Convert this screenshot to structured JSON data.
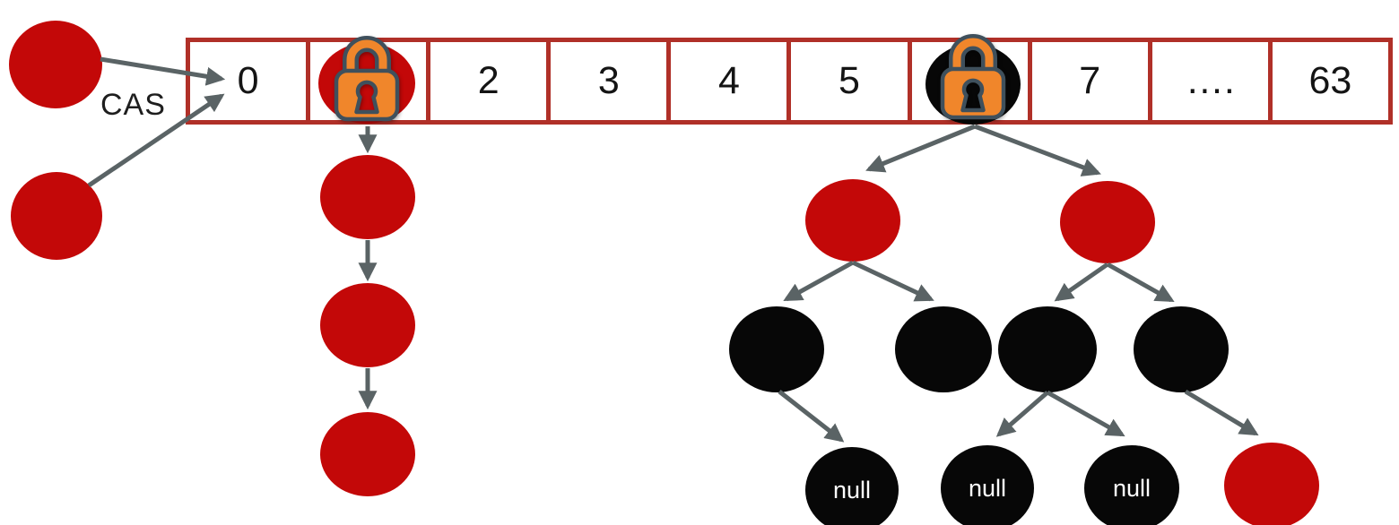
{
  "colors": {
    "node_red": "#C30808",
    "node_black": "#070707",
    "array_border": "#B03028",
    "arrow_gray": "#5A6365",
    "lock_orange": "#F0862B",
    "lock_outline": "#3F505C",
    "text_black": "#141414",
    "null_text": "#FFFFFF",
    "background": "#FFFFFF"
  },
  "cas_label": "CAS",
  "array": {
    "cells": [
      {
        "label": "0"
      },
      {
        "label": "",
        "icon": "padlock-icon",
        "locked": true
      },
      {
        "label": "2"
      },
      {
        "label": "3"
      },
      {
        "label": "4"
      },
      {
        "label": "5"
      },
      {
        "label": "",
        "icon": "padlock-icon",
        "locked": true
      },
      {
        "label": "7"
      },
      {
        "label": "…."
      },
      {
        "label": "63"
      }
    ]
  },
  "nodes": [
    {
      "id": "pending-node-1",
      "color": "red",
      "fill": "#C30808",
      "label": ""
    },
    {
      "id": "pending-node-2",
      "color": "red",
      "fill": "#C30808",
      "label": ""
    },
    {
      "id": "bucket1-head-node",
      "color": "red",
      "fill": "#C30808",
      "label": "",
      "locked": true
    },
    {
      "id": "bucket6-head-node",
      "color": "black",
      "fill": "#070707",
      "label": "",
      "locked": true
    },
    {
      "id": "list-node-1",
      "color": "red",
      "fill": "#C30808",
      "label": ""
    },
    {
      "id": "list-node-2",
      "color": "red",
      "fill": "#C30808",
      "label": ""
    },
    {
      "id": "list-node-3",
      "color": "red",
      "fill": "#C30808",
      "label": ""
    },
    {
      "id": "tree-red-left",
      "color": "red",
      "fill": "#C30808",
      "label": ""
    },
    {
      "id": "tree-red-right",
      "color": "red",
      "fill": "#C30808",
      "label": ""
    },
    {
      "id": "tree-black-1",
      "color": "black",
      "fill": "#070707",
      "label": ""
    },
    {
      "id": "tree-black-2",
      "color": "black",
      "fill": "#070707",
      "label": ""
    },
    {
      "id": "tree-black-3",
      "color": "black",
      "fill": "#070707",
      "label": ""
    },
    {
      "id": "tree-black-4",
      "color": "black",
      "fill": "#070707",
      "label": ""
    },
    {
      "id": "tree-null-1",
      "color": "black",
      "fill": "#070707",
      "label": "null"
    },
    {
      "id": "tree-null-2",
      "color": "black",
      "fill": "#070707",
      "label": "null"
    },
    {
      "id": "tree-null-3",
      "color": "black",
      "fill": "#070707",
      "label": "null"
    },
    {
      "id": "tree-red-leaf",
      "color": "red",
      "fill": "#C30808",
      "label": ""
    }
  ]
}
